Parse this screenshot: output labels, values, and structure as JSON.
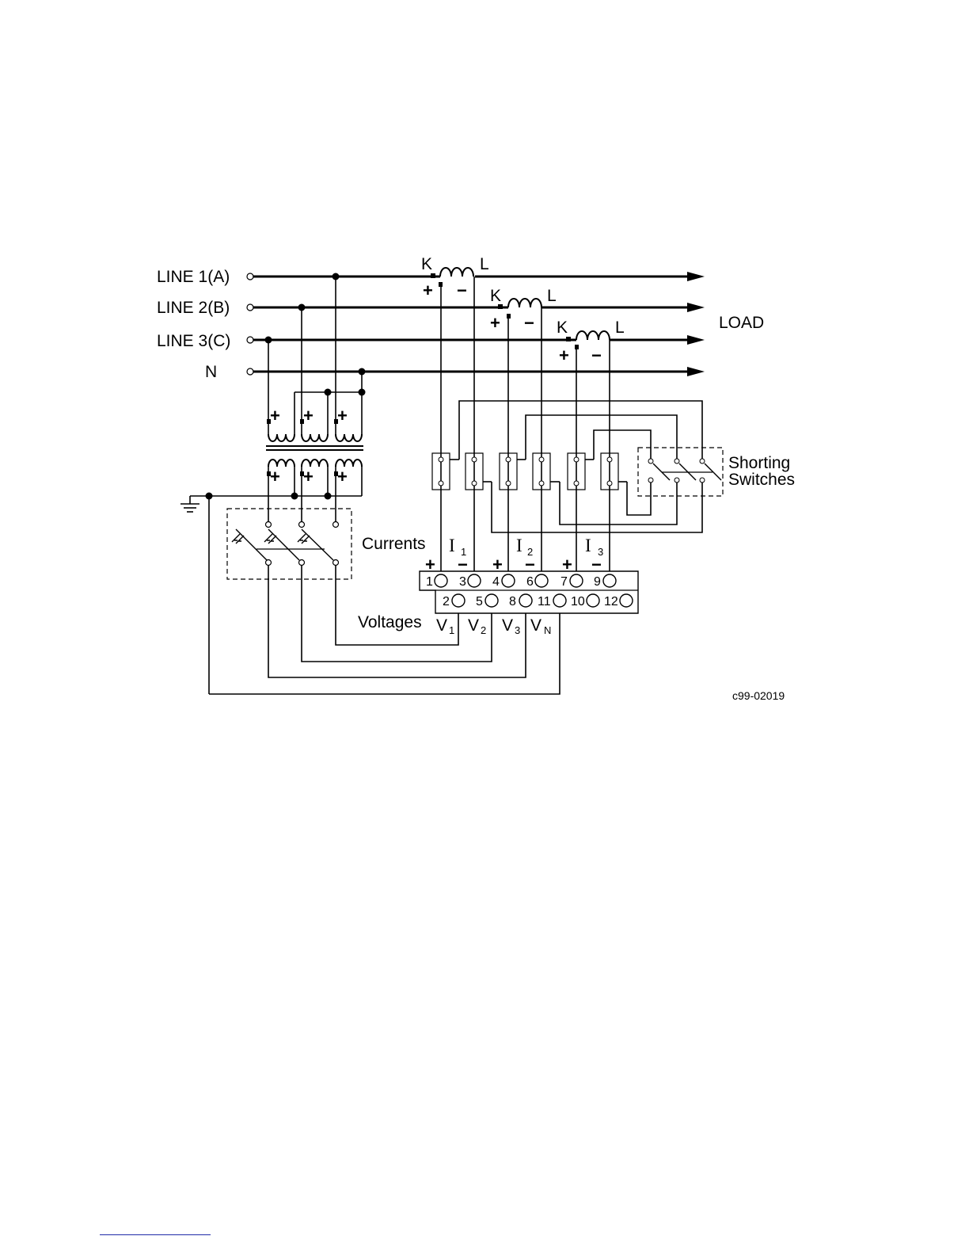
{
  "lines": {
    "l1": "LINE  1(A)",
    "l2": "LINE  2(B)",
    "l3": "LINE  3(C)",
    "n": "N"
  },
  "load": "LOAD",
  "ct": {
    "k": "K",
    "l": "L"
  },
  "signs": {
    "plus": "+",
    "minus": "−"
  },
  "shorting": {
    "line1": "Shorting",
    "line2": "Switches"
  },
  "currents": {
    "label": "Currents",
    "i": "I",
    "sub1": "1",
    "sub2": "2",
    "sub3": "3"
  },
  "voltages": {
    "label": "Voltages",
    "v": "V",
    "sub1": "1",
    "sub2": "2",
    "sub3": "3",
    "subn": "N"
  },
  "terminals": {
    "t1": "1",
    "t3": "3",
    "t4": "4",
    "t6": "6",
    "t7": "7",
    "t9": "9",
    "t2": "2",
    "t5": "5",
    "t8": "8",
    "t11": "11",
    "t10": "10",
    "t12": "12"
  },
  "figure_id": "c99-02019"
}
